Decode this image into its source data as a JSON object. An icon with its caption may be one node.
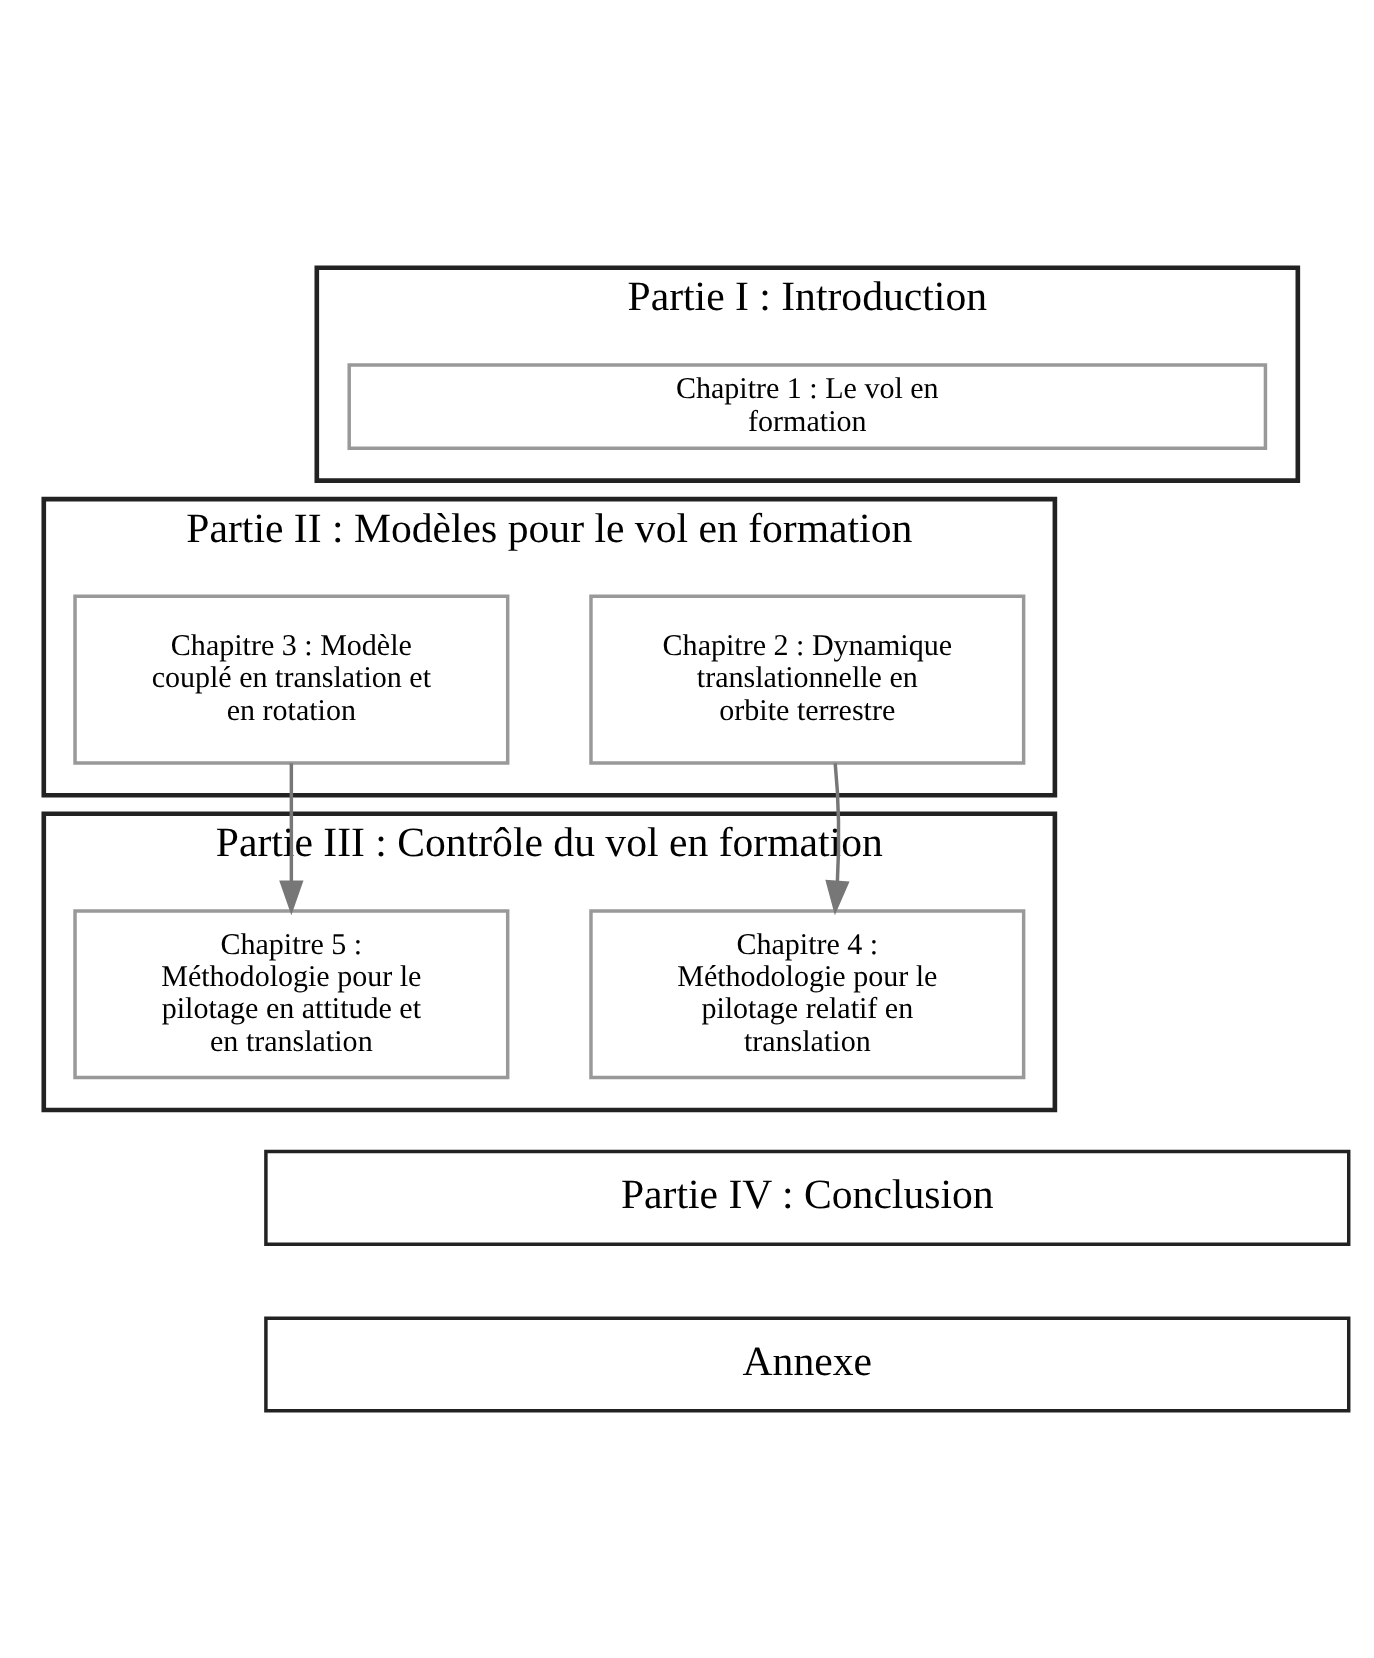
{
  "diagram": {
    "nodes": [
      {
        "text": [
          "Partie I : Introduction"
        ]
      },
      {
        "text": [
          "Chapitre 1 : Le vol en formation"
        ],
        "in": 0
      },
      {
        "text": [
          "Partie II : Modèles pour le vol en formation"
        ]
      },
      {
        "text": [
          "Chapitre 2 : Dynamique translationnelle en orbite terrestre"
        ],
        "in": 2
      },
      {
        "text": [
          "Chapitre 3 : Modèle couplé en translation et en rotation"
        ],
        "in": 2
      },
      {
        "text": [
          "Partie III : Contrôle du vol en formation"
        ]
      },
      {
        "text": [
          "Chapitre 4 : Méthodologie pour le pilotage relatif en translation"
        ],
        "in": 5
      },
      {
        "text": [
          "Chapitre 5 : Méthodologie pour le pilotage en attitude et en translation"
        ],
        "in": 5
      },
      {
        "text": [
          "Partie IV : Conclusion"
        ]
      },
      {
        "text": [
          "Annexe"
        ]
      }
    ],
    "edges": [
      {
        "from": 3,
        "to": 6,
        "arrow": "to"
      },
      {
        "from": 4,
        "to": 7,
        "arrow": "to"
      }
    ]
  }
}
